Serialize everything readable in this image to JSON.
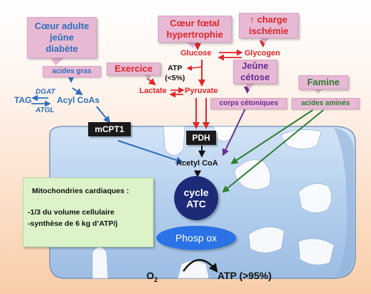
{
  "callouts": {
    "adult": {
      "lines": [
        "Cœur adulte",
        "jeûne",
        "diabète"
      ]
    },
    "fetal": {
      "lines": [
        "Cœur fœtal",
        "hypertrophie"
      ]
    },
    "charge": {
      "arrow": "↑",
      "lines": [
        "charge",
        "ischémie"
      ]
    },
    "exercice": {
      "label": "Exercice"
    },
    "jeune_cetose": {
      "lines": [
        "Jeûne",
        "cétose"
      ]
    },
    "famine": {
      "label": "Famine"
    }
  },
  "substrates": {
    "acides_gras": "acides gras",
    "corps_cetoniques": "corps cétoniques",
    "acides_amines": "acides aminés"
  },
  "metabolites": {
    "glucose": "Glucose",
    "glycogen": "Glycogen",
    "atp_lt5": "ATP",
    "atp_lt5_pct": "(<5%)",
    "lactate": "Lactate",
    "pyruvate": "Pyruvate",
    "tag": "TAG",
    "dgat": "DGAT",
    "atgl": "ATGL",
    "acyl_coas": "Acyl CoAs",
    "acetyl_coa": "Acetyl CoA",
    "o2": "O",
    "o2_sub": "2",
    "atp_gt95": "ATP (>95%)"
  },
  "blocks": {
    "mcpt1": "mCPT1",
    "pdh": "PDH",
    "cycle_line1": "cycle",
    "cycle_line2": "ATC",
    "phosp_ox": "Phosp ox"
  },
  "info_box": {
    "title": "Mitochondries cardiaques :",
    "bullets": [
      "-1/3 du volume cellulaire",
      "-synthèse de 6 kg d’ATP/j"
    ]
  },
  "colors": {
    "blue": "#2f6fbd",
    "red": "#e0262b",
    "purple": "#6a2c91",
    "green": "#2e7d32",
    "callout_bg": "#e7b9d4",
    "mito_fill": "#b8d2ef",
    "info_bg": "#dcf3c9",
    "cycle_bg": "#1c2a78",
    "phosp_bg": "#2a72e6"
  }
}
